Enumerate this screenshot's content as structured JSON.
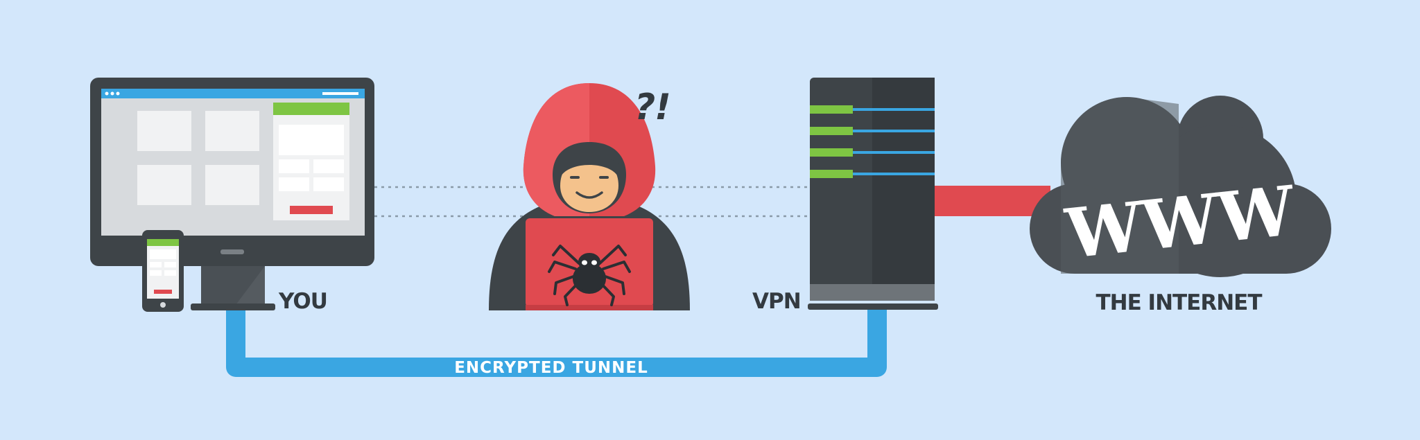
{
  "labels": {
    "you": "YOU",
    "vpn": "VPN",
    "internet": "THE INTERNET",
    "tunnel": "ENCRYPTED TUNNEL",
    "www": "WWW",
    "hacker_mark": "?!"
  },
  "colors": {
    "background": "#d3e7fb",
    "tunnel": "#3aa6e2",
    "exposed_link": "#e04a50",
    "hoodie": "#e04a50",
    "server": "#3e4448",
    "cloud": "#4a4f54",
    "accent_green": "#7ec543"
  },
  "icons": {
    "computer": "desktop-monitor-icon",
    "phone": "smartphone-icon",
    "hacker": "hooded-hacker-icon",
    "spider": "spider-icon",
    "server": "server-tower-icon",
    "cloud": "cloud-icon"
  }
}
